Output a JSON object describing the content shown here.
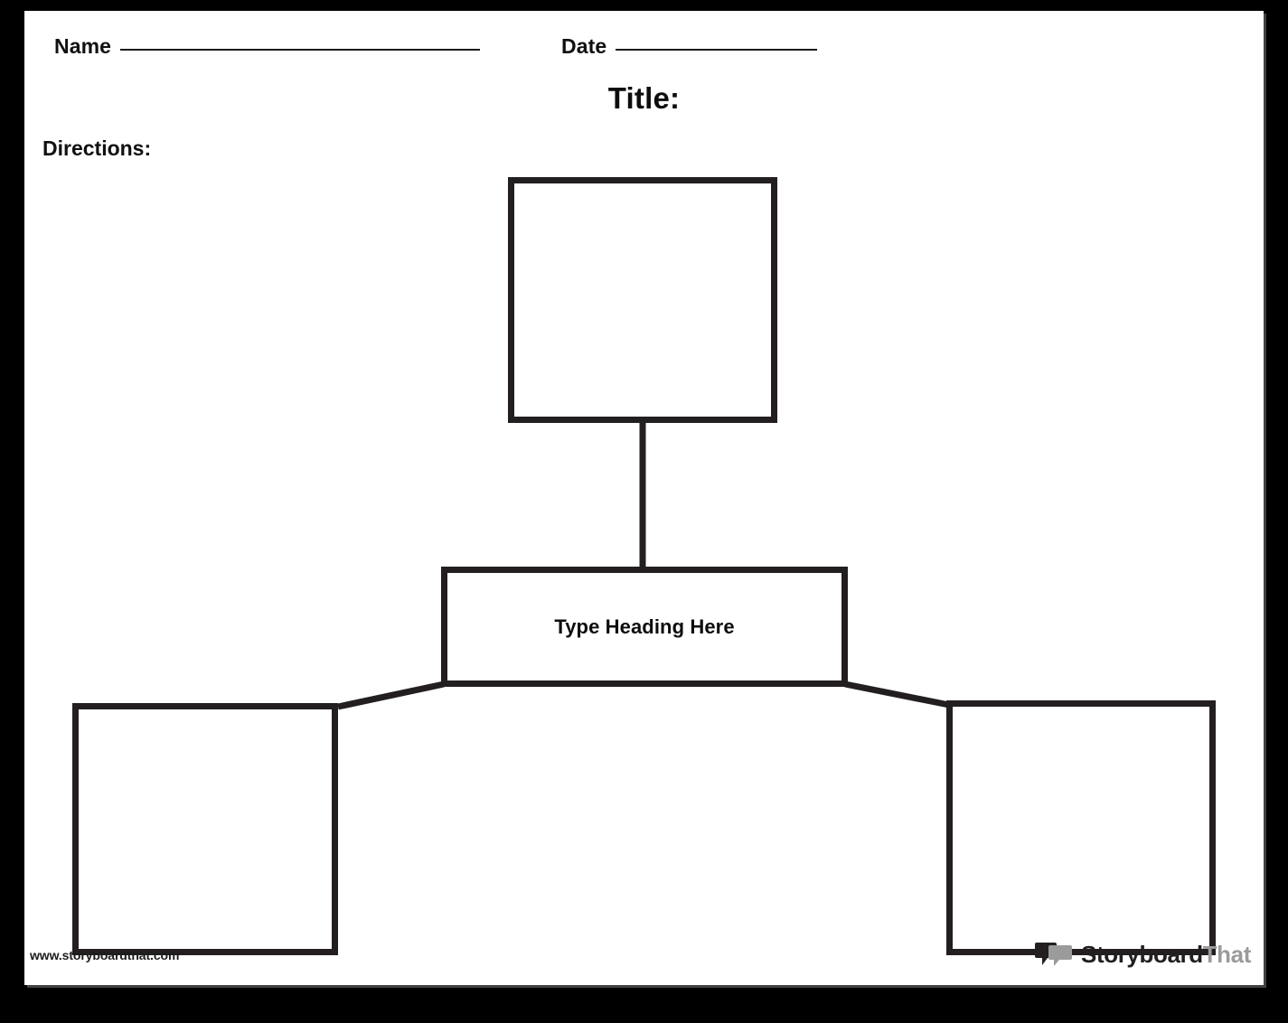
{
  "page": {
    "frame_color": "#000000",
    "paper_color": "#ffffff",
    "ink_color": "#231f20"
  },
  "header": {
    "name_label": "Name",
    "date_label": "Date",
    "title_label": "Title:",
    "directions_label": "Directions:"
  },
  "diagram": {
    "type": "hierarchy-graphic-organizer",
    "nodes": [
      {
        "id": "top",
        "label": "",
        "shape": "rectangle"
      },
      {
        "id": "center",
        "label": "Type Heading Here",
        "shape": "rectangle"
      },
      {
        "id": "left",
        "label": "",
        "shape": "rectangle"
      },
      {
        "id": "right",
        "label": "",
        "shape": "rectangle"
      }
    ],
    "connectors": [
      {
        "from": "top",
        "to": "center",
        "style": "vertical"
      },
      {
        "from": "center",
        "to": "left",
        "style": "diagonal"
      },
      {
        "from": "center",
        "to": "right",
        "style": "diagonal"
      }
    ]
  },
  "footer": {
    "url": "www.storyboardthat.com",
    "logo_word_1": "Storyboard",
    "logo_word_2": "That",
    "logo_icon": "speech-bubbles-icon",
    "logo_color_1": "#231f20",
    "logo_color_2": "#9b9b9b"
  }
}
